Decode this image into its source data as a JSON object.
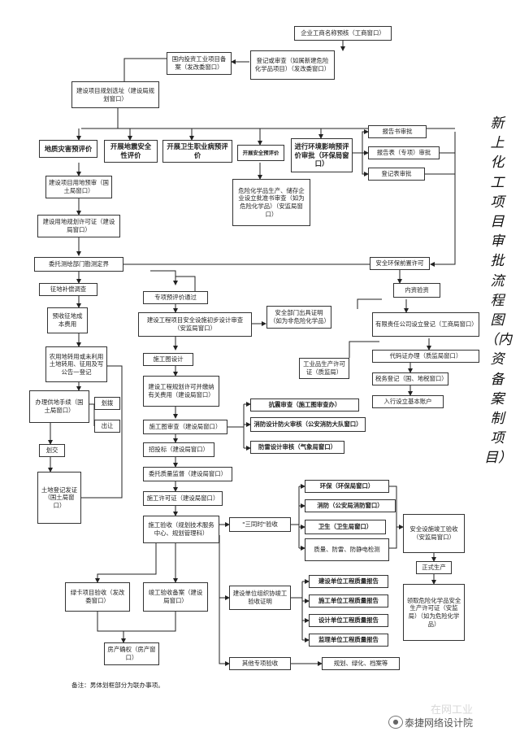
{
  "title_vertical": "新上化工项目审批流程图（内资备案制项目）",
  "note": "备注：男体划框部分为联办事项。",
  "watermark": "泰捷网络设计院",
  "watermark_faint": "在网工业",
  "nodes": {
    "n1": "企业工商名称预核（工商窗口）",
    "n2": "登记或审查（如属新建危险化学品项目）（发改委窗口）",
    "n3": "国内投资工业项目备案（发改委窗口）",
    "n4": "建设项目规划选址（建设局规划窗口）",
    "n5": "地质灾害预评价",
    "n6": "开展地震安全性评价",
    "n7": "开展卫生职业病预评价",
    "n8": "开展安全预评价",
    "n9": "进行环境影响预评价审批（环保局窗口）",
    "n10": "报告书审批",
    "n11": "报告表（专项）审批",
    "n12": "登记表审批",
    "n13": "危险化学品生产、储存企业设立批准书审查（如为危险化学品）（安监局窗口）",
    "n14": "建设项目用地预审（国土局窗口）",
    "n15": "建设用地规划许可证（建设局窗口）",
    "n16": "委托测绘部门勘测定界",
    "n17": "征地补偿调查",
    "n18": "预收征地成本费用",
    "n19": "农用地转用或未利用土地转用、征用及写公告一登记",
    "n20": "办理供地手续（国土局窗口）",
    "n21": "划拨",
    "n22": "出让",
    "n23": "划交",
    "n24": "土地登记发证（国土局窗口）",
    "n25": "安全环保前置许可",
    "n26": "内资验资",
    "n27": "专项预评价通过",
    "n28": "建设工程项目安全设施初步设计审查（安监局窗口）",
    "n29": "安全部门出具证明（如为非危险化学品）",
    "n30": "有限责任公司设立登记（工商局窗口）",
    "n31": "工业品生产许可证（质监局）",
    "n32": "代码证办理（质监局窗口）",
    "n33": "税务登记（国、地税窗口）",
    "n34": "入行设立基本账户",
    "n35": "施工图设计",
    "n36": "建设工程规划许可并缴纳有关费用（建设局窗口）",
    "n37": "抗震审查（施工图审查办）",
    "n38": "消防设计防火审核（公安消防大队窗口）",
    "n39": "防雷设计审核（气象局窗口）",
    "n40": "施工图审查（建设局窗口）",
    "n41": "招投标（建设局窗口）",
    "n42": "委托质量监督（建设局窗口）",
    "n43": "施工许可证（建设局窗口）",
    "n44": "施工验收（规划技术服务中心、规划管理科）",
    "n45": "\"三同时\"验收",
    "n46": "环保（环保局窗口）",
    "n47": "消防（公安局消防窗口）",
    "n48": "卫生（卫生局窗口）",
    "n49": "质量、防雷、防静电检测",
    "n50": "安全设施竣工验收（安监局窗口）",
    "n51": "正式生产",
    "n52": "领取危险化学品安全生产许可证（安监局）（如为危险化学品）",
    "n53": "绿卡项目验收（发改委窗口）",
    "n54": "竣工验收备案（建设局窗口）",
    "n55": "建设单位组织协竣工验收证明",
    "n56": "建设单位工程质量报告",
    "n57": "施工单位工程质量报告",
    "n58": "设计单位工程质量报告",
    "n59": "监理单位工程质量报告",
    "n60": "房产确权（房产窗口）",
    "n61": "其他专项验收",
    "n62": "规划、绿化、档案等"
  }
}
